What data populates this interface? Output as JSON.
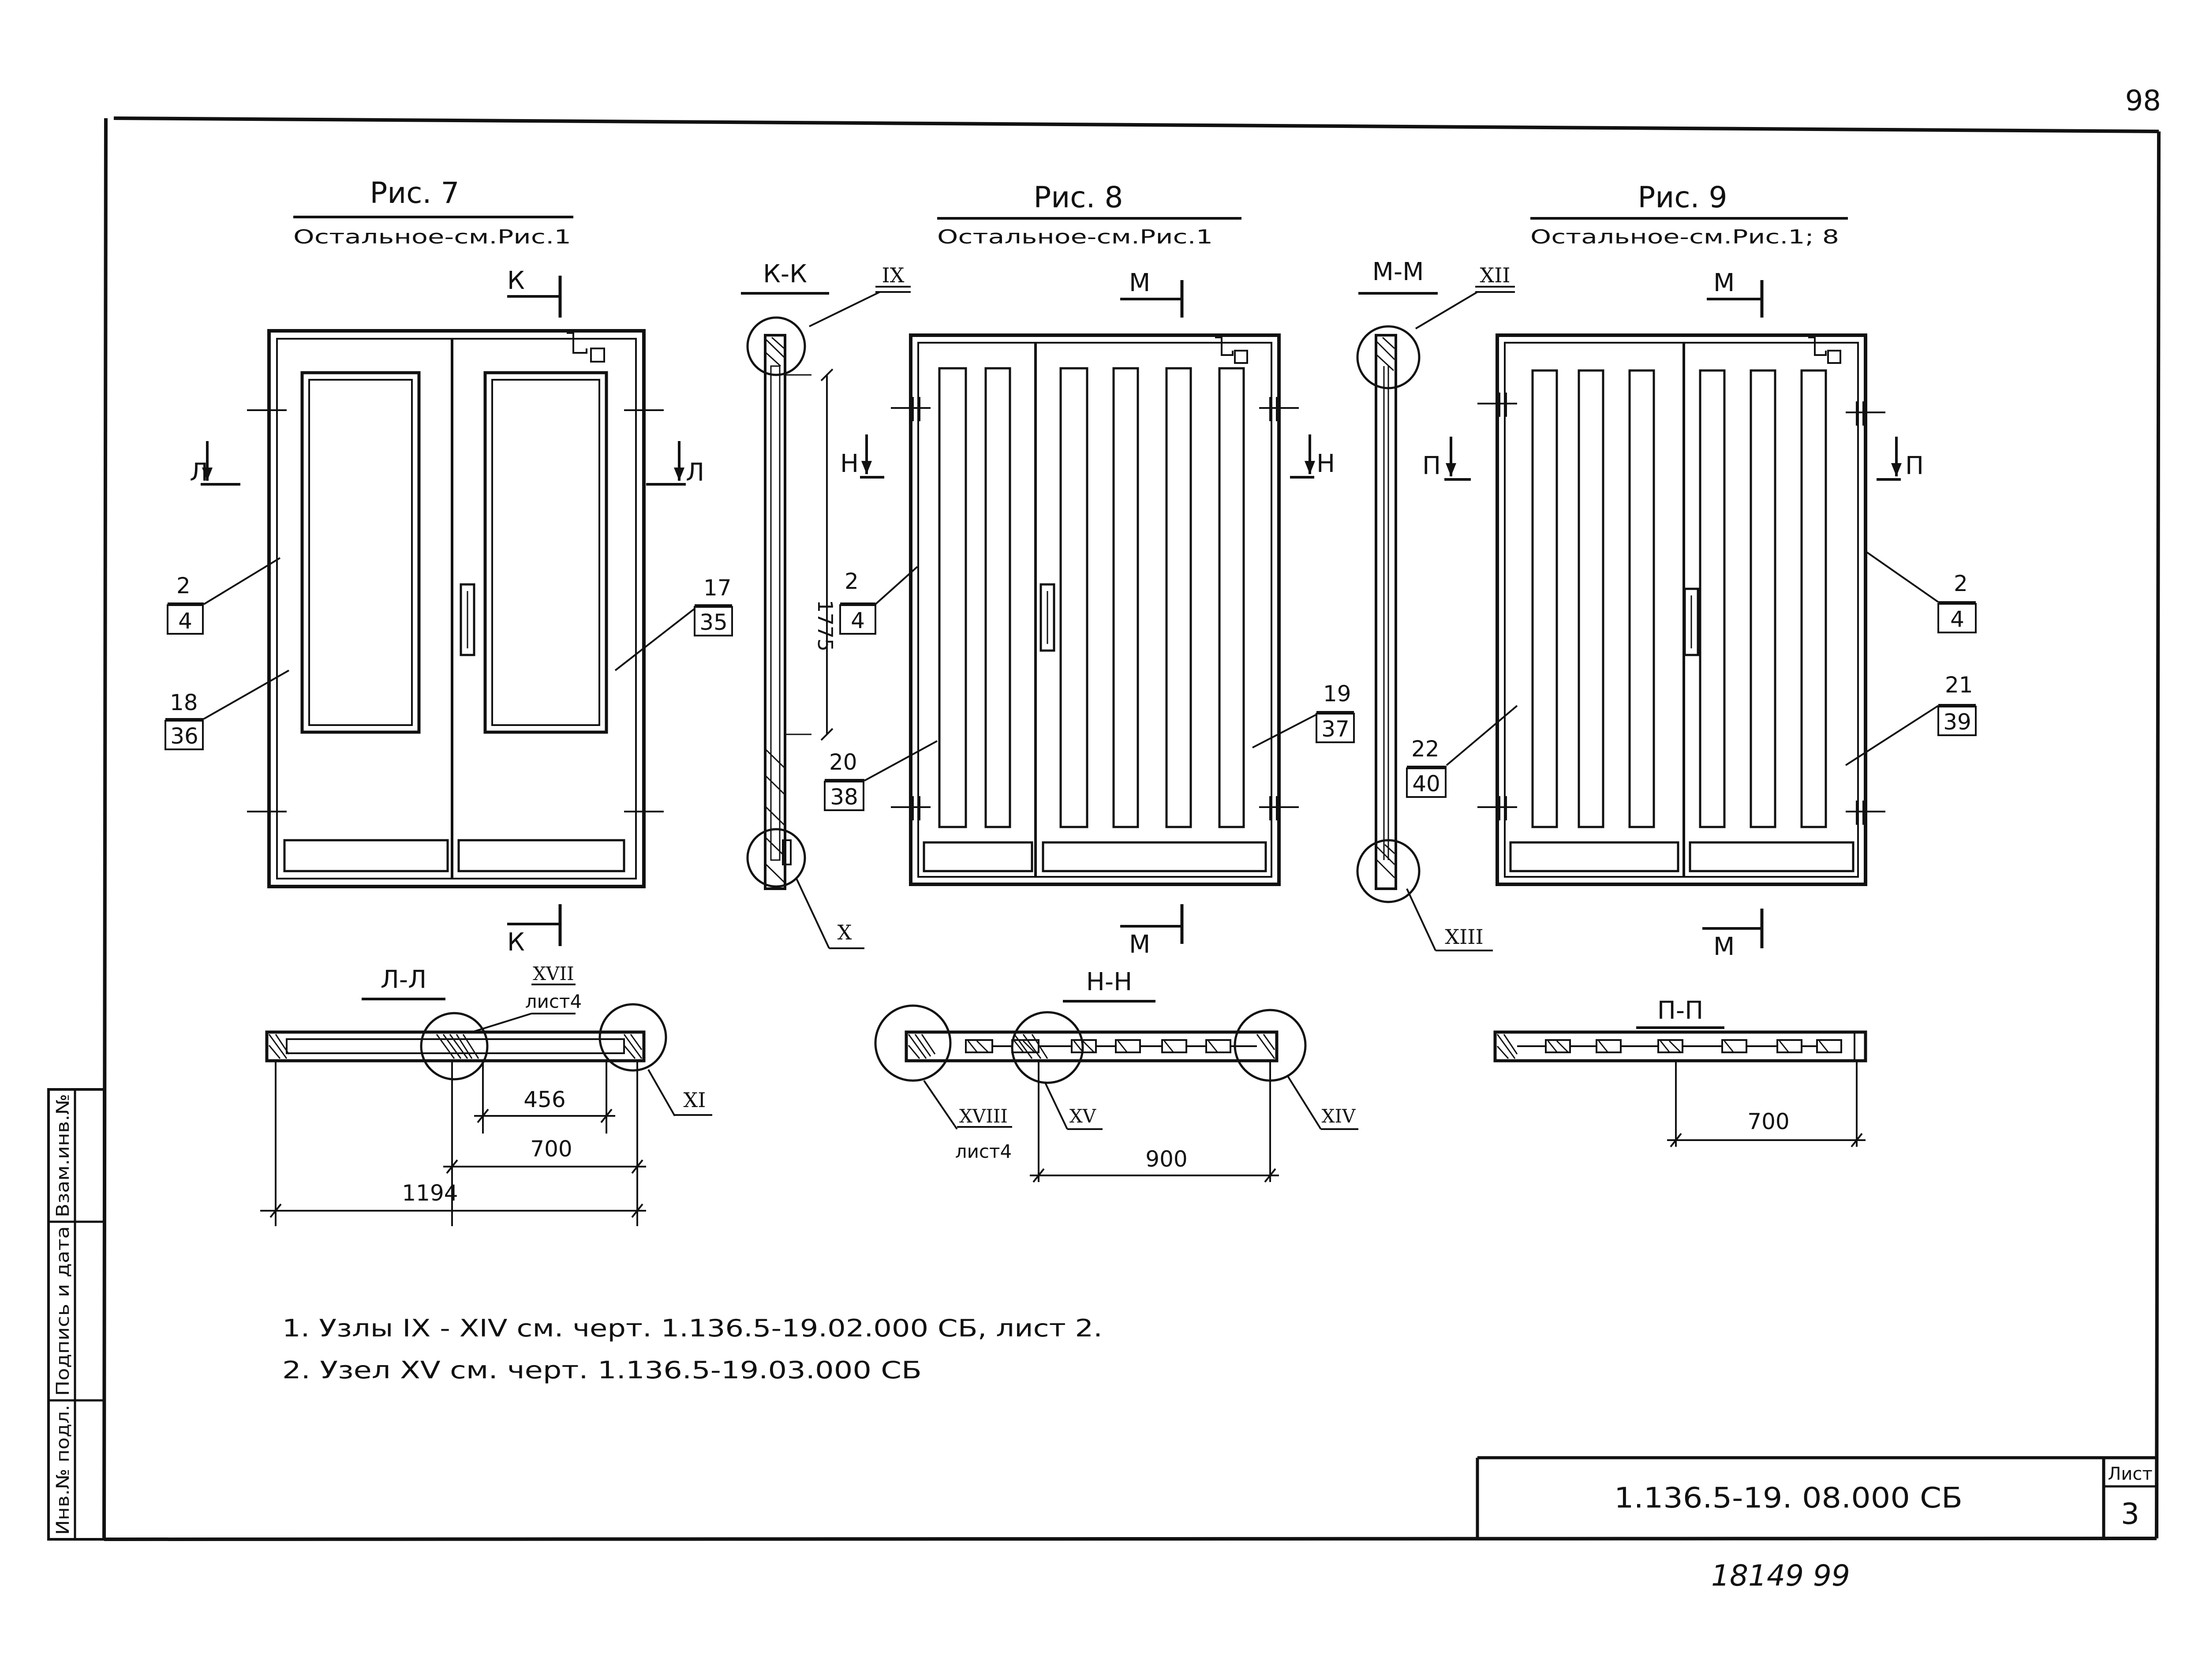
{
  "page": {
    "number": "98"
  },
  "figures": {
    "fig7": {
      "title": "Рис. 7",
      "subtitle": "Остальное-см.Рис.1"
    },
    "fig8": {
      "title": "Рис. 8",
      "subtitle": "Остальное-см.Рис.1"
    },
    "fig9": {
      "title": "Рис. 9",
      "subtitle": "Остальное-см.Рис.1; 8"
    }
  },
  "sections": {
    "kk": {
      "title": "К-К",
      "letter": "К",
      "node_top": "IX",
      "node_bottom": "X",
      "dim_height": "1775"
    },
    "mm": {
      "title": "М-М",
      "letter": "М",
      "node_top": "XII",
      "node_bottom": "XIII"
    },
    "ll": {
      "title": "Л-Л",
      "letter": "Л",
      "node_ref": "XVII",
      "node_ref_sheet": "лист4",
      "node_right": "XI",
      "dim_inner": "456",
      "dim_leaf": "700",
      "dim_total": "1194"
    },
    "nn": {
      "title": "Н-Н",
      "letter": "Н",
      "node_left": "XVIII",
      "node_left_sheet": "лист4",
      "node_mid": "XV",
      "node_right": "XIV",
      "dim": "900"
    },
    "pp": {
      "title": "П-П",
      "letter": "П",
      "dim": "700"
    }
  },
  "callouts": {
    "f7_left_top": {
      "num": "2",
      "den": "4"
    },
    "f7_right_top": {
      "num": "17",
      "den": "35"
    },
    "f7_left_bottom": {
      "num": "18",
      "den": "36"
    },
    "f8_left_top": {
      "num": "2",
      "den": "4"
    },
    "f8_left_bottom": {
      "num": "20",
      "den": "38"
    },
    "f8_right": {
      "num": "19",
      "den": "37"
    },
    "f9_left": {
      "num": "22",
      "den": "40"
    },
    "f9_right_top": {
      "num": "2",
      "den": "4"
    },
    "f9_right_bottom": {
      "num": "21",
      "den": "39"
    }
  },
  "notes": [
    "1. Узлы IX - XIV см. черт. 1.136.5-19.02.000 СБ, лист 2.",
    "2. Узел XV см. черт. 1.136.5-19.03.000 СБ"
  ],
  "side_stamp": [
    "Инв.№ подл.",
    "Подпись и дата",
    "Взам.инв.№"
  ],
  "title_block": {
    "doc_code": "1.136.5-19. 08.000 СБ",
    "sheet_label": "Лист",
    "sheet_number": "3"
  },
  "archive_number": "18149 99"
}
